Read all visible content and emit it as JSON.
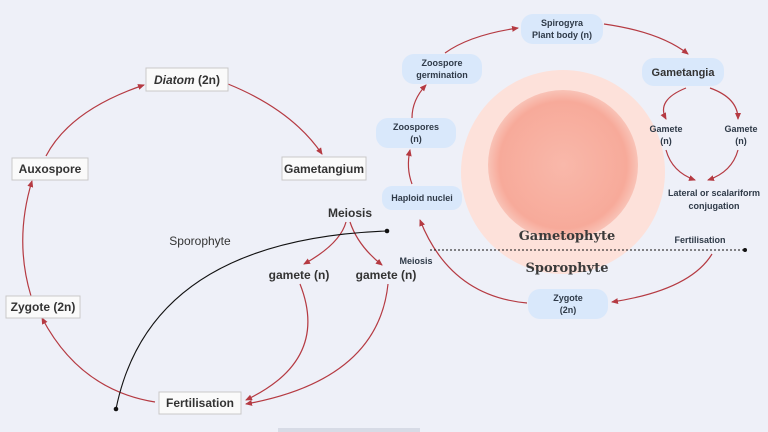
{
  "left_cycle": {
    "diatom": "Diatom",
    "diatom_ploidy": " (2n)",
    "gametangium": "Gametangium",
    "meiosis": "Meiosis",
    "sporophyte": "Sporophyte",
    "gamete_1": "gamete (n)",
    "gamete_2": "gamete (n)",
    "fertilisation": "Fertilisation",
    "zygote": "Zygote (2n)",
    "auxospore": "Auxospore"
  },
  "right_cycle": {
    "spirogyra_line1": "Spirogyra",
    "spirogyra_line2": "Plant body (n)",
    "gametangia": "Gametangia",
    "gamete_a_line1": "Gamete",
    "gamete_a_line2": "(n)",
    "gamete_b_line1": "Gamete",
    "gamete_b_line2": "(n)",
    "conjugation_line1": "Lateral or scalariform",
    "conjugation_line2": "conjugation",
    "fertilisation": "Fertilisation",
    "zygote_line1": "Zygote",
    "zygote_line2": "(2n)",
    "meiosis": "Meiosis",
    "haploid_nuclei": "Haploid nuclei",
    "zoospores_line1": "Zoospores",
    "zoospores_line2": "(n)",
    "zoospore_germ_line1": "Zoospore",
    "zoospore_germ_line2": "germination",
    "gametophyte": "Gametophyte",
    "sporophyte": "Sporophyte"
  },
  "colors": {
    "arrow": "#b53a42",
    "pill_fill": "#d9e8fb",
    "box_fill": "#fafafa",
    "circle_outer": "#fde2dc",
    "circle_inner": "#f8b4a6",
    "background": "#eef0f8"
  }
}
